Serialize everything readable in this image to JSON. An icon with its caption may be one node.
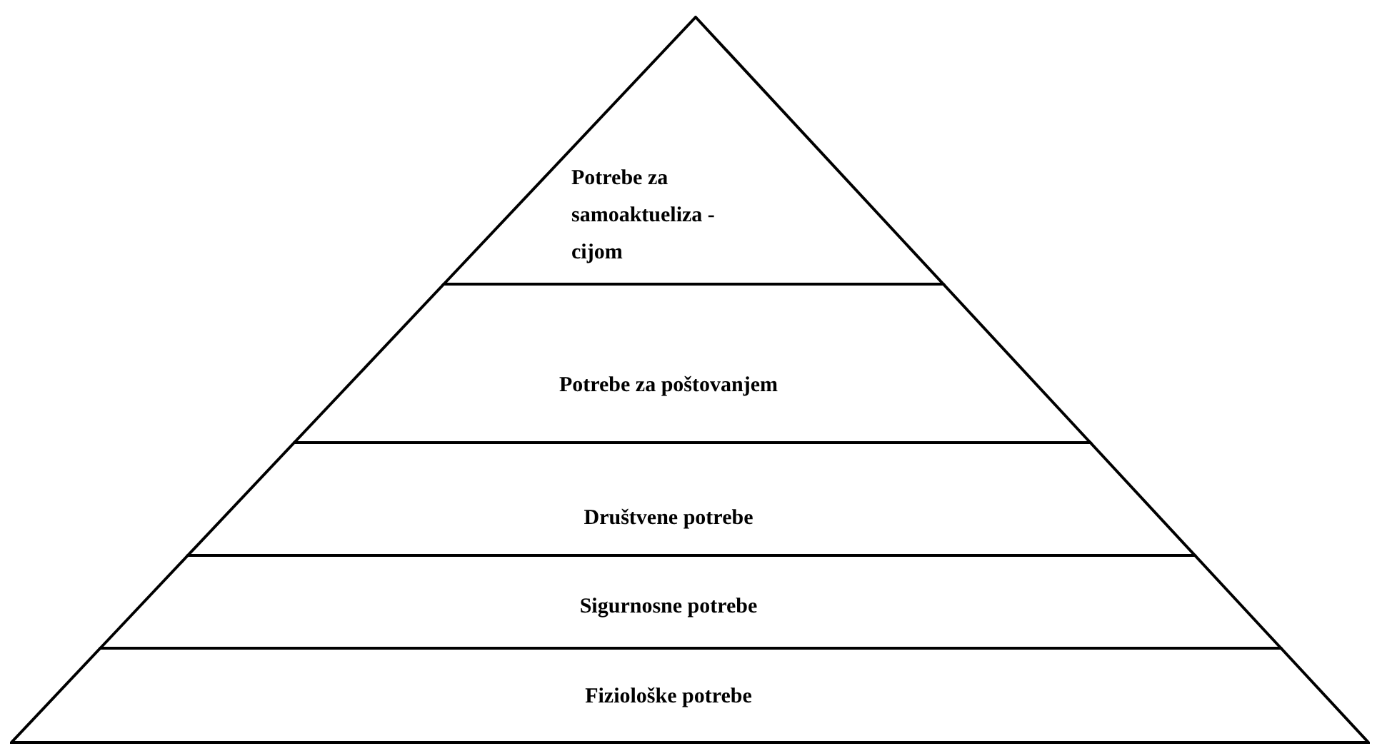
{
  "diagram": {
    "nodes": [
      {
        "text": [
          "Potrebe za samoaktueliza -cijom"
        ]
      },
      {
        "text": [
          "Potrebe za poštovanjem"
        ]
      },
      {
        "text": [
          "Društvene potrebe"
        ]
      },
      {
        "text": [
          "Sigurnosne potrebe"
        ]
      },
      {
        "text": [
          "Fiziološke potrebe"
        ]
      }
    ]
  }
}
